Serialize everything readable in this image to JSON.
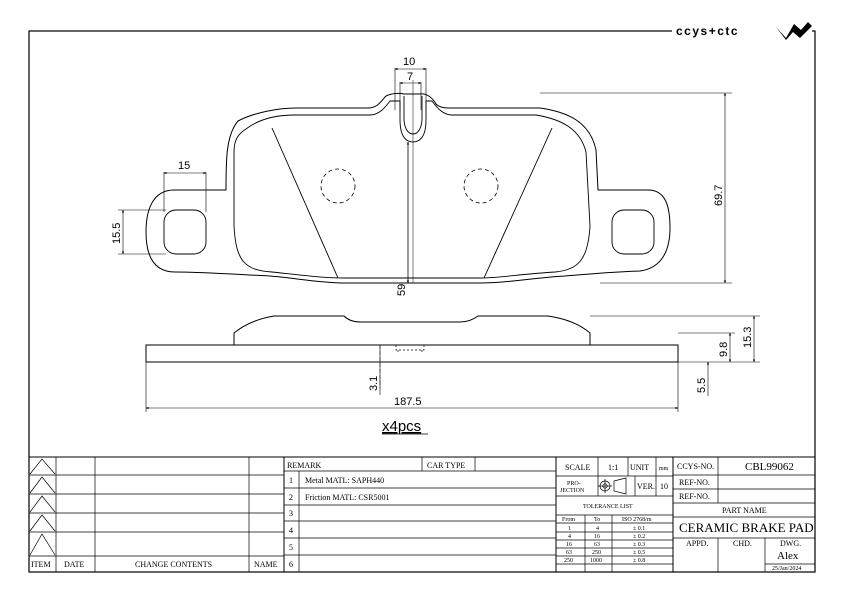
{
  "logo": {
    "text": "ccys+ctc"
  },
  "drawing": {
    "dims": {
      "slot_outer": "10",
      "slot_inner": "7",
      "ear_width": "15",
      "ear_height": "15.5",
      "total_height": "69.7",
      "center_height": "59",
      "total_thickness": "15.3",
      "backplate_thickness": "9.8",
      "edge_depth": "5.5",
      "shim_offset": "3.1",
      "total_length": "187.5"
    },
    "quantity": "x4pcs"
  },
  "revision_table": {
    "headers": {
      "item": "ITEM",
      "date": "DATE",
      "change": "CHANGE CONTENTS",
      "name": "NAME"
    }
  },
  "remark_table": {
    "remark_label": "REMARK",
    "cartype_label": "CAR TYPE",
    "rows": [
      {
        "no": "1",
        "text": "Metal MATL: SAPH440"
      },
      {
        "no": "2",
        "text": "Friction MATL: CSR5001"
      },
      {
        "no": "3",
        "text": ""
      },
      {
        "no": "4",
        "text": ""
      },
      {
        "no": "5",
        "text": ""
      },
      {
        "no": "6",
        "text": ""
      }
    ]
  },
  "spec_block": {
    "scale_label": "SCALE",
    "scale_value": "1:1",
    "unit_label": "UNIT",
    "unit_value": "mm",
    "projection_label_1": "PRO-",
    "projection_label_2": "JECTION",
    "ver_label": "VER.",
    "ver_value": "10",
    "tolerance_title": "TOLERANCE LIST",
    "tol_headers": {
      "from": "From",
      "to": "To",
      "iso": "ISO 2768/m"
    },
    "tolerance_rows": [
      {
        "from": "1",
        "to": "4",
        "tol": "± 0.1"
      },
      {
        "from": "4",
        "to": "16",
        "tol": "± 0.2"
      },
      {
        "from": "16",
        "to": "63",
        "tol": "± 0.3"
      },
      {
        "from": "63",
        "to": "250",
        "tol": "± 0.5"
      },
      {
        "from": "250",
        "to": "1000",
        "tol": "± 0.8"
      }
    ]
  },
  "title_block": {
    "ccys_label": "CCYS-NO.",
    "ccys_value": "CBL99062",
    "ref1_label": "REF-NO.",
    "ref2_label": "REF-NO.",
    "part_name_label": "PART NAME",
    "part_name": "CERAMIC BRAKE PAD",
    "appd_label": "APPD.",
    "chd_label": "CHD.",
    "dwg_label": "DWG.",
    "drawn_by": "Alex",
    "date": "25/Jan/2024"
  }
}
